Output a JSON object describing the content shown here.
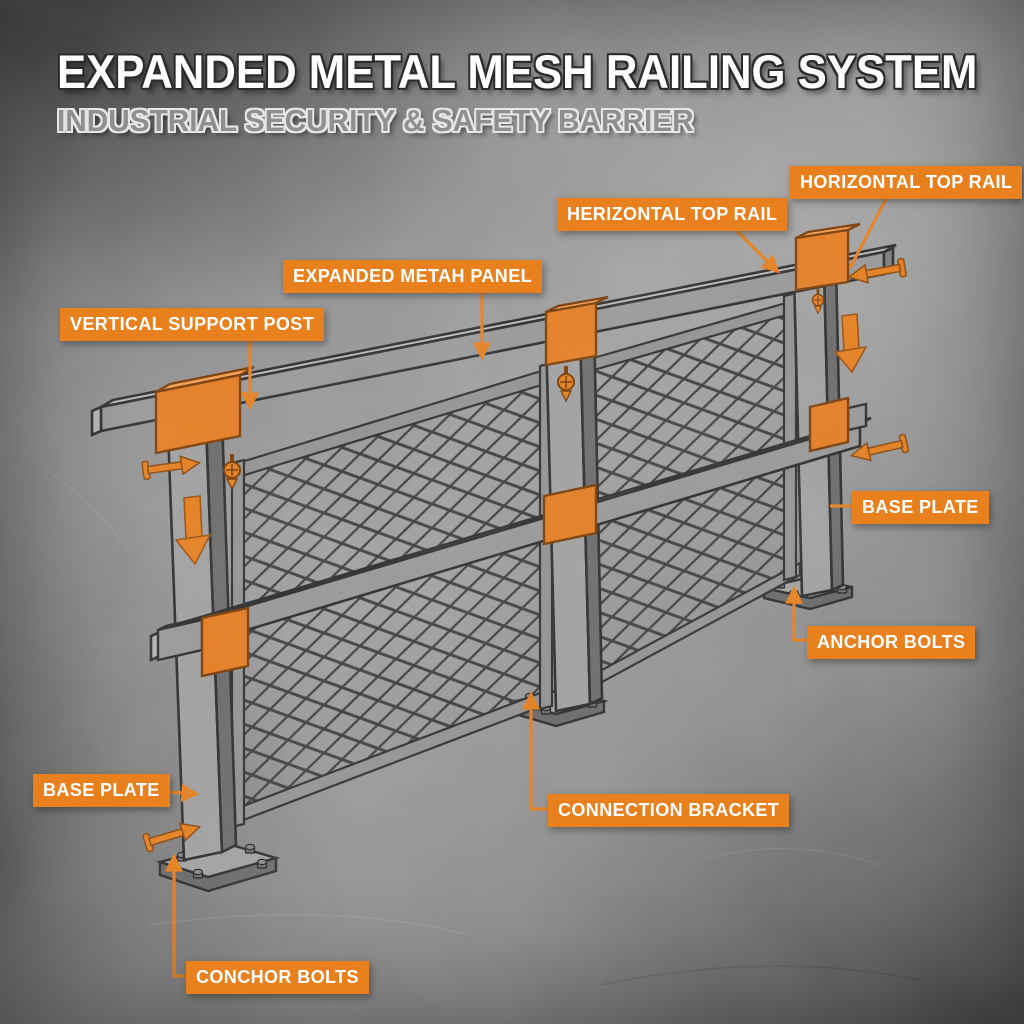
{
  "header": {
    "title": "EXPANDED METAL MESH RAILING SYSTEM",
    "subtitle": "INDUSTRIAL SECURITY & SAFETY BARRIER"
  },
  "labels": [
    {
      "id": "horizontal-top-rail-right",
      "text": "HORIZONTAL TOP RAIL"
    },
    {
      "id": "herizontal-top-rail-left",
      "text": "HERIZONTAL TOP RAIL"
    },
    {
      "id": "expanded-metah-panel",
      "text": "EXPANDED METAH PANEL"
    },
    {
      "id": "vertical-support-post",
      "text": "VERTICAL SUPPORT POST"
    },
    {
      "id": "base-plate-right",
      "text": "BASE PLATE"
    },
    {
      "id": "anchor-bolts",
      "text": "ANCHOR BOLTS"
    },
    {
      "id": "base-plate-left",
      "text": "BASE PLATE"
    },
    {
      "id": "connection-bracket",
      "text": "CONNECTION BRACKET"
    },
    {
      "id": "conchor-bolts",
      "text": "CONCHOR BOLTS"
    }
  ],
  "colors": {
    "accent_orange": "#E8801E",
    "label_text": "#FFFFFF",
    "steel_gray": "#A0A0A0",
    "steel_dark": "#6C6C6C",
    "mesh_line": "#3E3E3E",
    "outline": "#2D2D2D",
    "concrete_gray": "#8D8D8D"
  }
}
